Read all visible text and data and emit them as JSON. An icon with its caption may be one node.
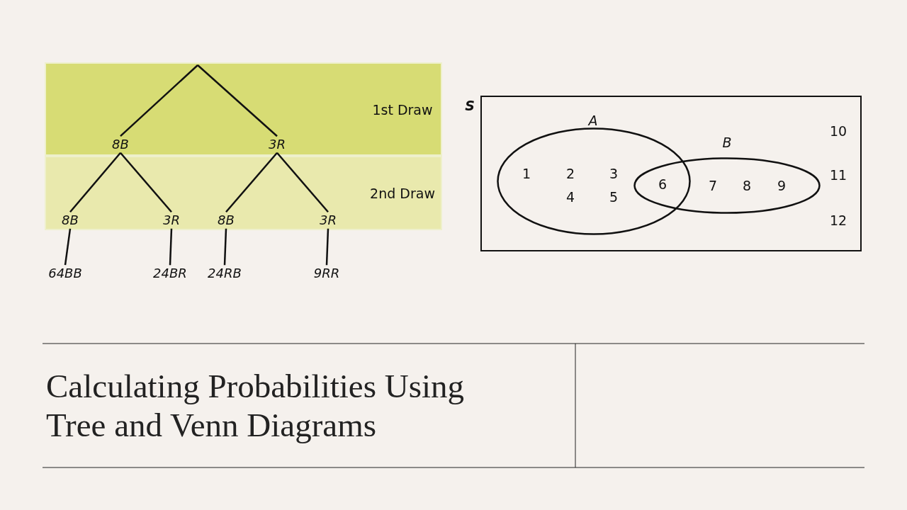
{
  "diagram": {
    "title": "Calculating Probabilities Using Tree and Venn Diagrams",
    "nodes": [
      {
        "text": [
          "1st Draw"
        ]
      },
      {
        "text": [
          "8B"
        ],
        "in": 0
      },
      {
        "text": [
          "3R"
        ],
        "in": 0
      },
      {
        "text": [
          "2nd Draw"
        ]
      },
      {
        "text": [
          "8B"
        ],
        "in": 3
      },
      {
        "text": [
          "3R"
        ],
        "in": 3
      },
      {
        "text": [
          "8B"
        ],
        "in": 3
      },
      {
        "text": [
          "3R"
        ],
        "in": 3
      },
      {
        "text": [
          "64BB"
        ]
      },
      {
        "text": [
          "24BR"
        ]
      },
      {
        "text": [
          "24RB"
        ]
      },
      {
        "text": [
          "9RR"
        ]
      },
      {
        "text": [
          "S",
          "10",
          "11",
          "12"
        ]
      },
      {
        "text": [
          "A",
          "1",
          "2",
          "3",
          "4",
          "5"
        ],
        "in": 12
      },
      {
        "text": [
          "B",
          "7",
          "8",
          "9"
        ],
        "in": 12
      }
    ],
    "edges": [
      {
        "from": null,
        "to": 1,
        "arrow": "none"
      },
      {
        "from": null,
        "to": 2,
        "arrow": "none"
      },
      {
        "from": 1,
        "to": 4,
        "arrow": "none"
      },
      {
        "from": 1,
        "to": 5,
        "arrow": "none"
      },
      {
        "from": 2,
        "to": 6,
        "arrow": "none"
      },
      {
        "from": 2,
        "to": 7,
        "arrow": "none"
      },
      {
        "from": 4,
        "to": 8,
        "arrow": "none"
      },
      {
        "from": 5,
        "to": 9,
        "arrow": "none"
      },
      {
        "from": 6,
        "to": 10,
        "arrow": "none"
      },
      {
        "from": 7,
        "to": 11,
        "arrow": "none"
      }
    ],
    "labels": [
      "6"
    ]
  }
}
